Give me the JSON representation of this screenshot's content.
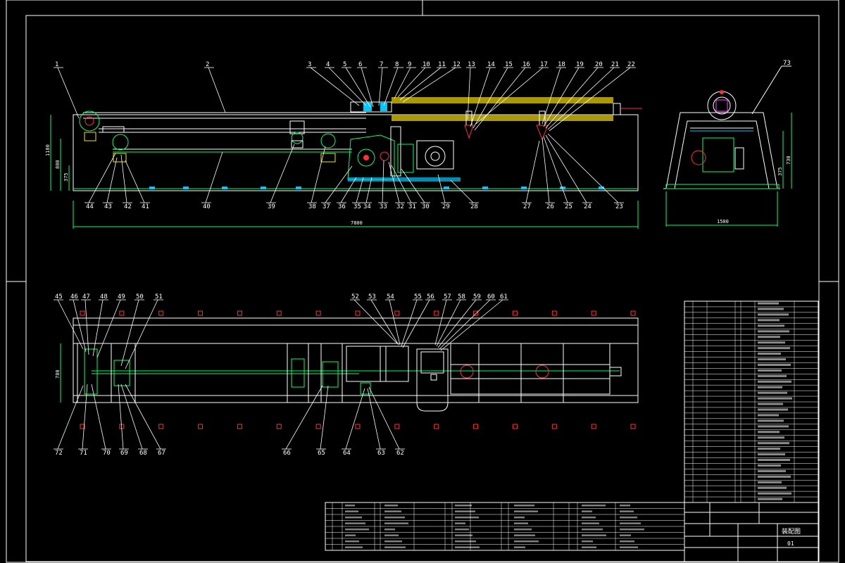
{
  "drawing": {
    "top_callouts": [
      "1",
      "2",
      "3",
      "4",
      "5",
      "6",
      "7",
      "8",
      "9",
      "10",
      "11",
      "12",
      "13",
      "14",
      "15",
      "16",
      "17",
      "18",
      "19",
      "20",
      "21",
      "22"
    ],
    "bottom_callouts_elevation": [
      "44",
      "43",
      "42",
      "41",
      "40",
      "39",
      "38",
      "37",
      "36",
      "35",
      "34",
      "33",
      "32",
      "31",
      "30",
      "29",
      "28",
      "27",
      "26",
      "25",
      "24",
      "23"
    ],
    "side_view_callout": "73",
    "plan_top_callouts": [
      "45",
      "46",
      "47",
      "48",
      "49",
      "50",
      "51",
      "52",
      "53",
      "54",
      "55",
      "56",
      "57",
      "58",
      "59",
      "60",
      "61"
    ],
    "plan_bottom_callouts": [
      "72",
      "71",
      "70",
      "69",
      "68",
      "67",
      "66",
      "65",
      "64",
      "63",
      "62"
    ],
    "dimensions": {
      "overall_length": "7800",
      "side_width": "1500",
      "height_1": "1180",
      "height_2": "800",
      "height_3": "375",
      "side_height_1": "730",
      "side_height_2": "375",
      "plan_width": "780"
    },
    "title_block": {
      "drawing_name": "装配图",
      "sheet": "01"
    }
  },
  "colors": {
    "background": "#000000",
    "line": "#ffffff",
    "green": "#00ff66",
    "yellow": "#d4c800",
    "red": "#ff3030",
    "cyan": "#00c8ff",
    "magenta": "#ff40ff"
  }
}
